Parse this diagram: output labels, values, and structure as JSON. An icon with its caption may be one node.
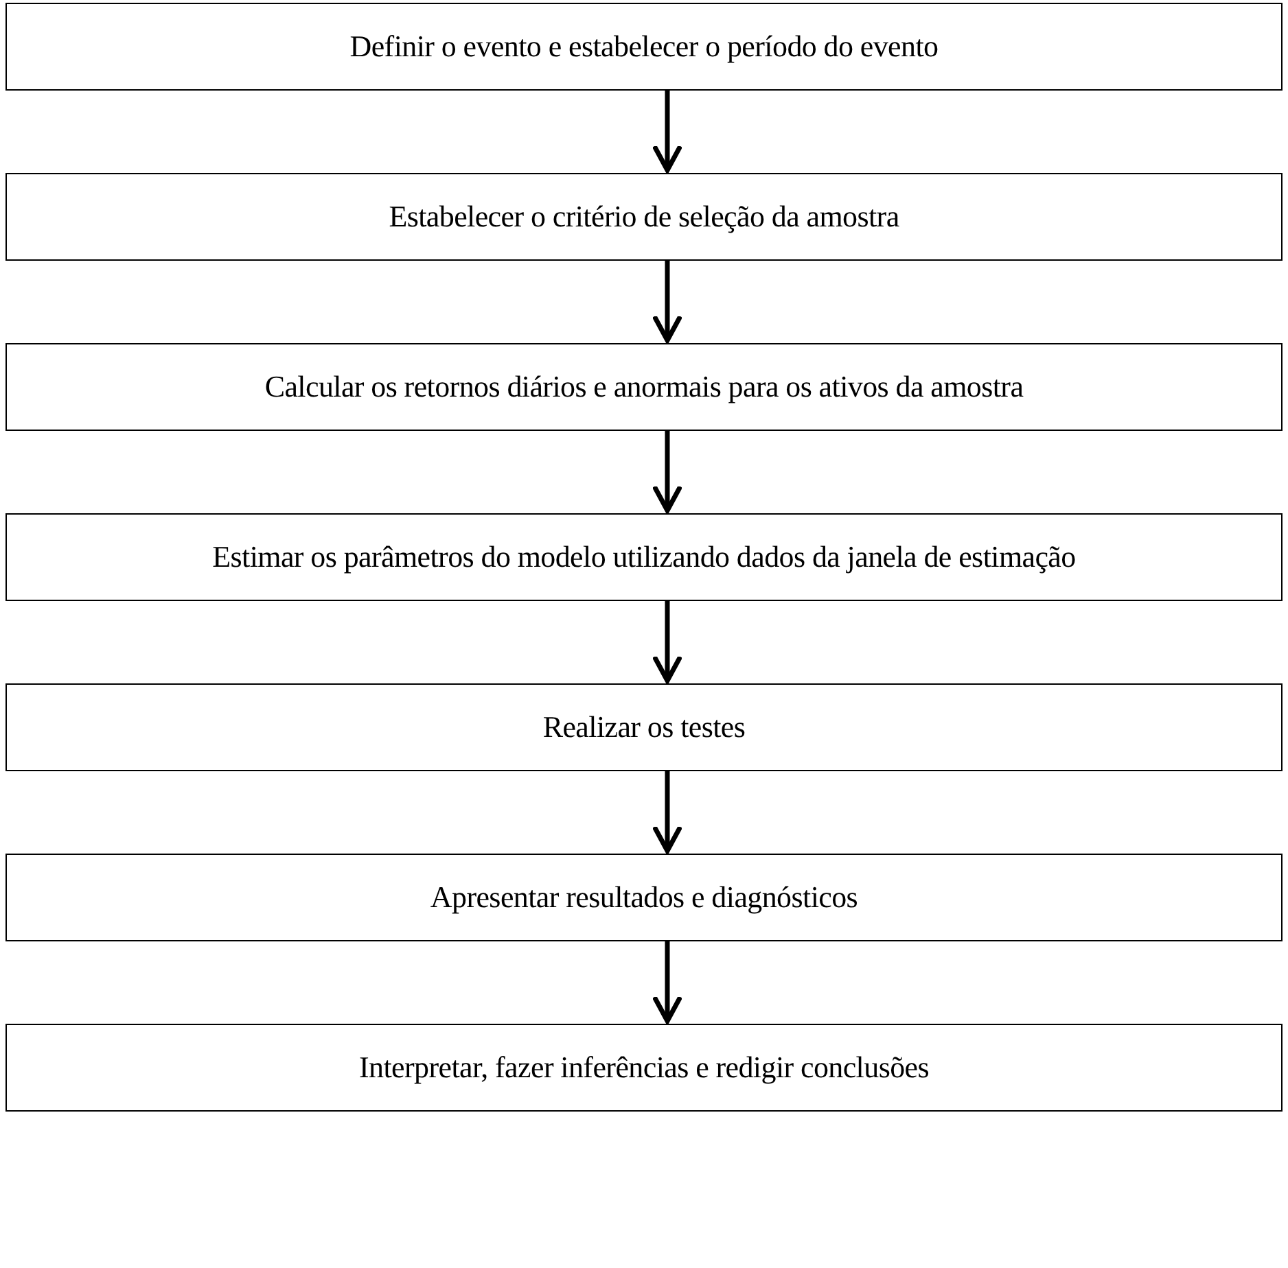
{
  "diagram": {
    "nodes": [
      {
        "text": [
          "Definir o evento e estabelecer o período do evento"
        ]
      },
      {
        "text": [
          "Estabelecer o critério de seleção da amostra"
        ]
      },
      {
        "text": [
          "Calcular os retornos diários e anormais para os ativos da amostra"
        ]
      },
      {
        "text": [
          "Estimar os parâmetros do modelo utilizando dados da janela de estimação"
        ]
      },
      {
        "text": [
          "Realizar os testes"
        ]
      },
      {
        "text": [
          "Apresentar resultados e diagnósticos"
        ]
      },
      {
        "text": [
          "Interpretar, fazer inferências e redigir conclusões"
        ]
      }
    ],
    "edges": [
      {
        "from": 0,
        "to": 1,
        "arrow": "to"
      },
      {
        "from": 1,
        "to": 2,
        "arrow": "to"
      },
      {
        "from": 2,
        "to": 3,
        "arrow": "to"
      },
      {
        "from": 3,
        "to": 4,
        "arrow": "to"
      },
      {
        "from": 4,
        "to": 5,
        "arrow": "to"
      },
      {
        "from": 5,
        "to": 6,
        "arrow": "to"
      }
    ]
  }
}
